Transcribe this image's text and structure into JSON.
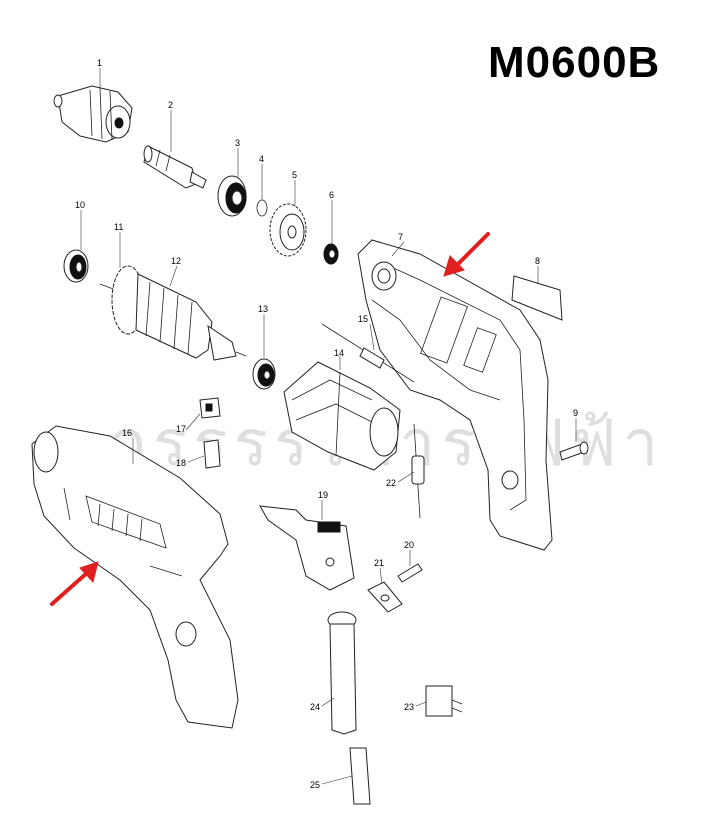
{
  "model_number": "M0600B",
  "watermark_text": "กรรรรรการไฟฟ้า",
  "highlight_color": "#e02020",
  "callout_labels": [
    "1",
    "2",
    "3",
    "4",
    "5",
    "6",
    "7",
    "8",
    "9",
    "10",
    "11",
    "12",
    "13",
    "14",
    "15",
    "16",
    "17",
    "18",
    "19",
    "20",
    "21",
    "22",
    "23",
    "24",
    "25"
  ]
}
